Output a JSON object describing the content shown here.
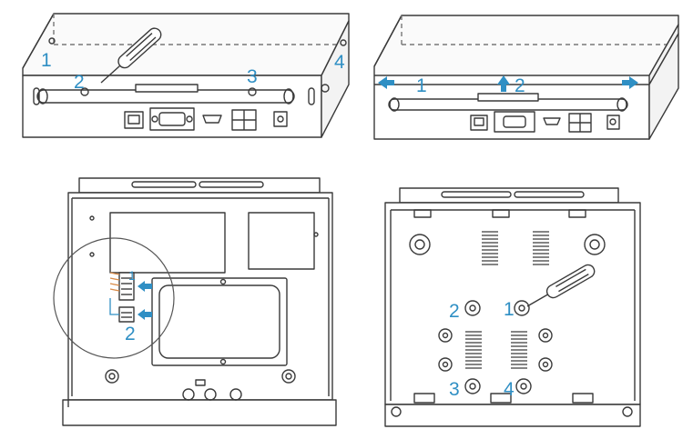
{
  "panels": [
    {
      "callouts": [
        "1",
        "2",
        "3",
        "4"
      ]
    },
    {
      "callouts": [
        "1",
        "2"
      ]
    },
    {
      "callouts": [
        "1",
        "2"
      ]
    },
    {
      "callouts": [
        "1",
        "2",
        "3",
        "4"
      ]
    }
  ],
  "colors": {
    "line": "#3a3a3a",
    "callout": "#2f8fc4",
    "hatch": "#555555"
  },
  "icons": [
    "screwdriver-icon",
    "arrow-left-icon",
    "arrow-up-icon",
    "arrow-right-icon",
    "arrow-icon"
  ]
}
